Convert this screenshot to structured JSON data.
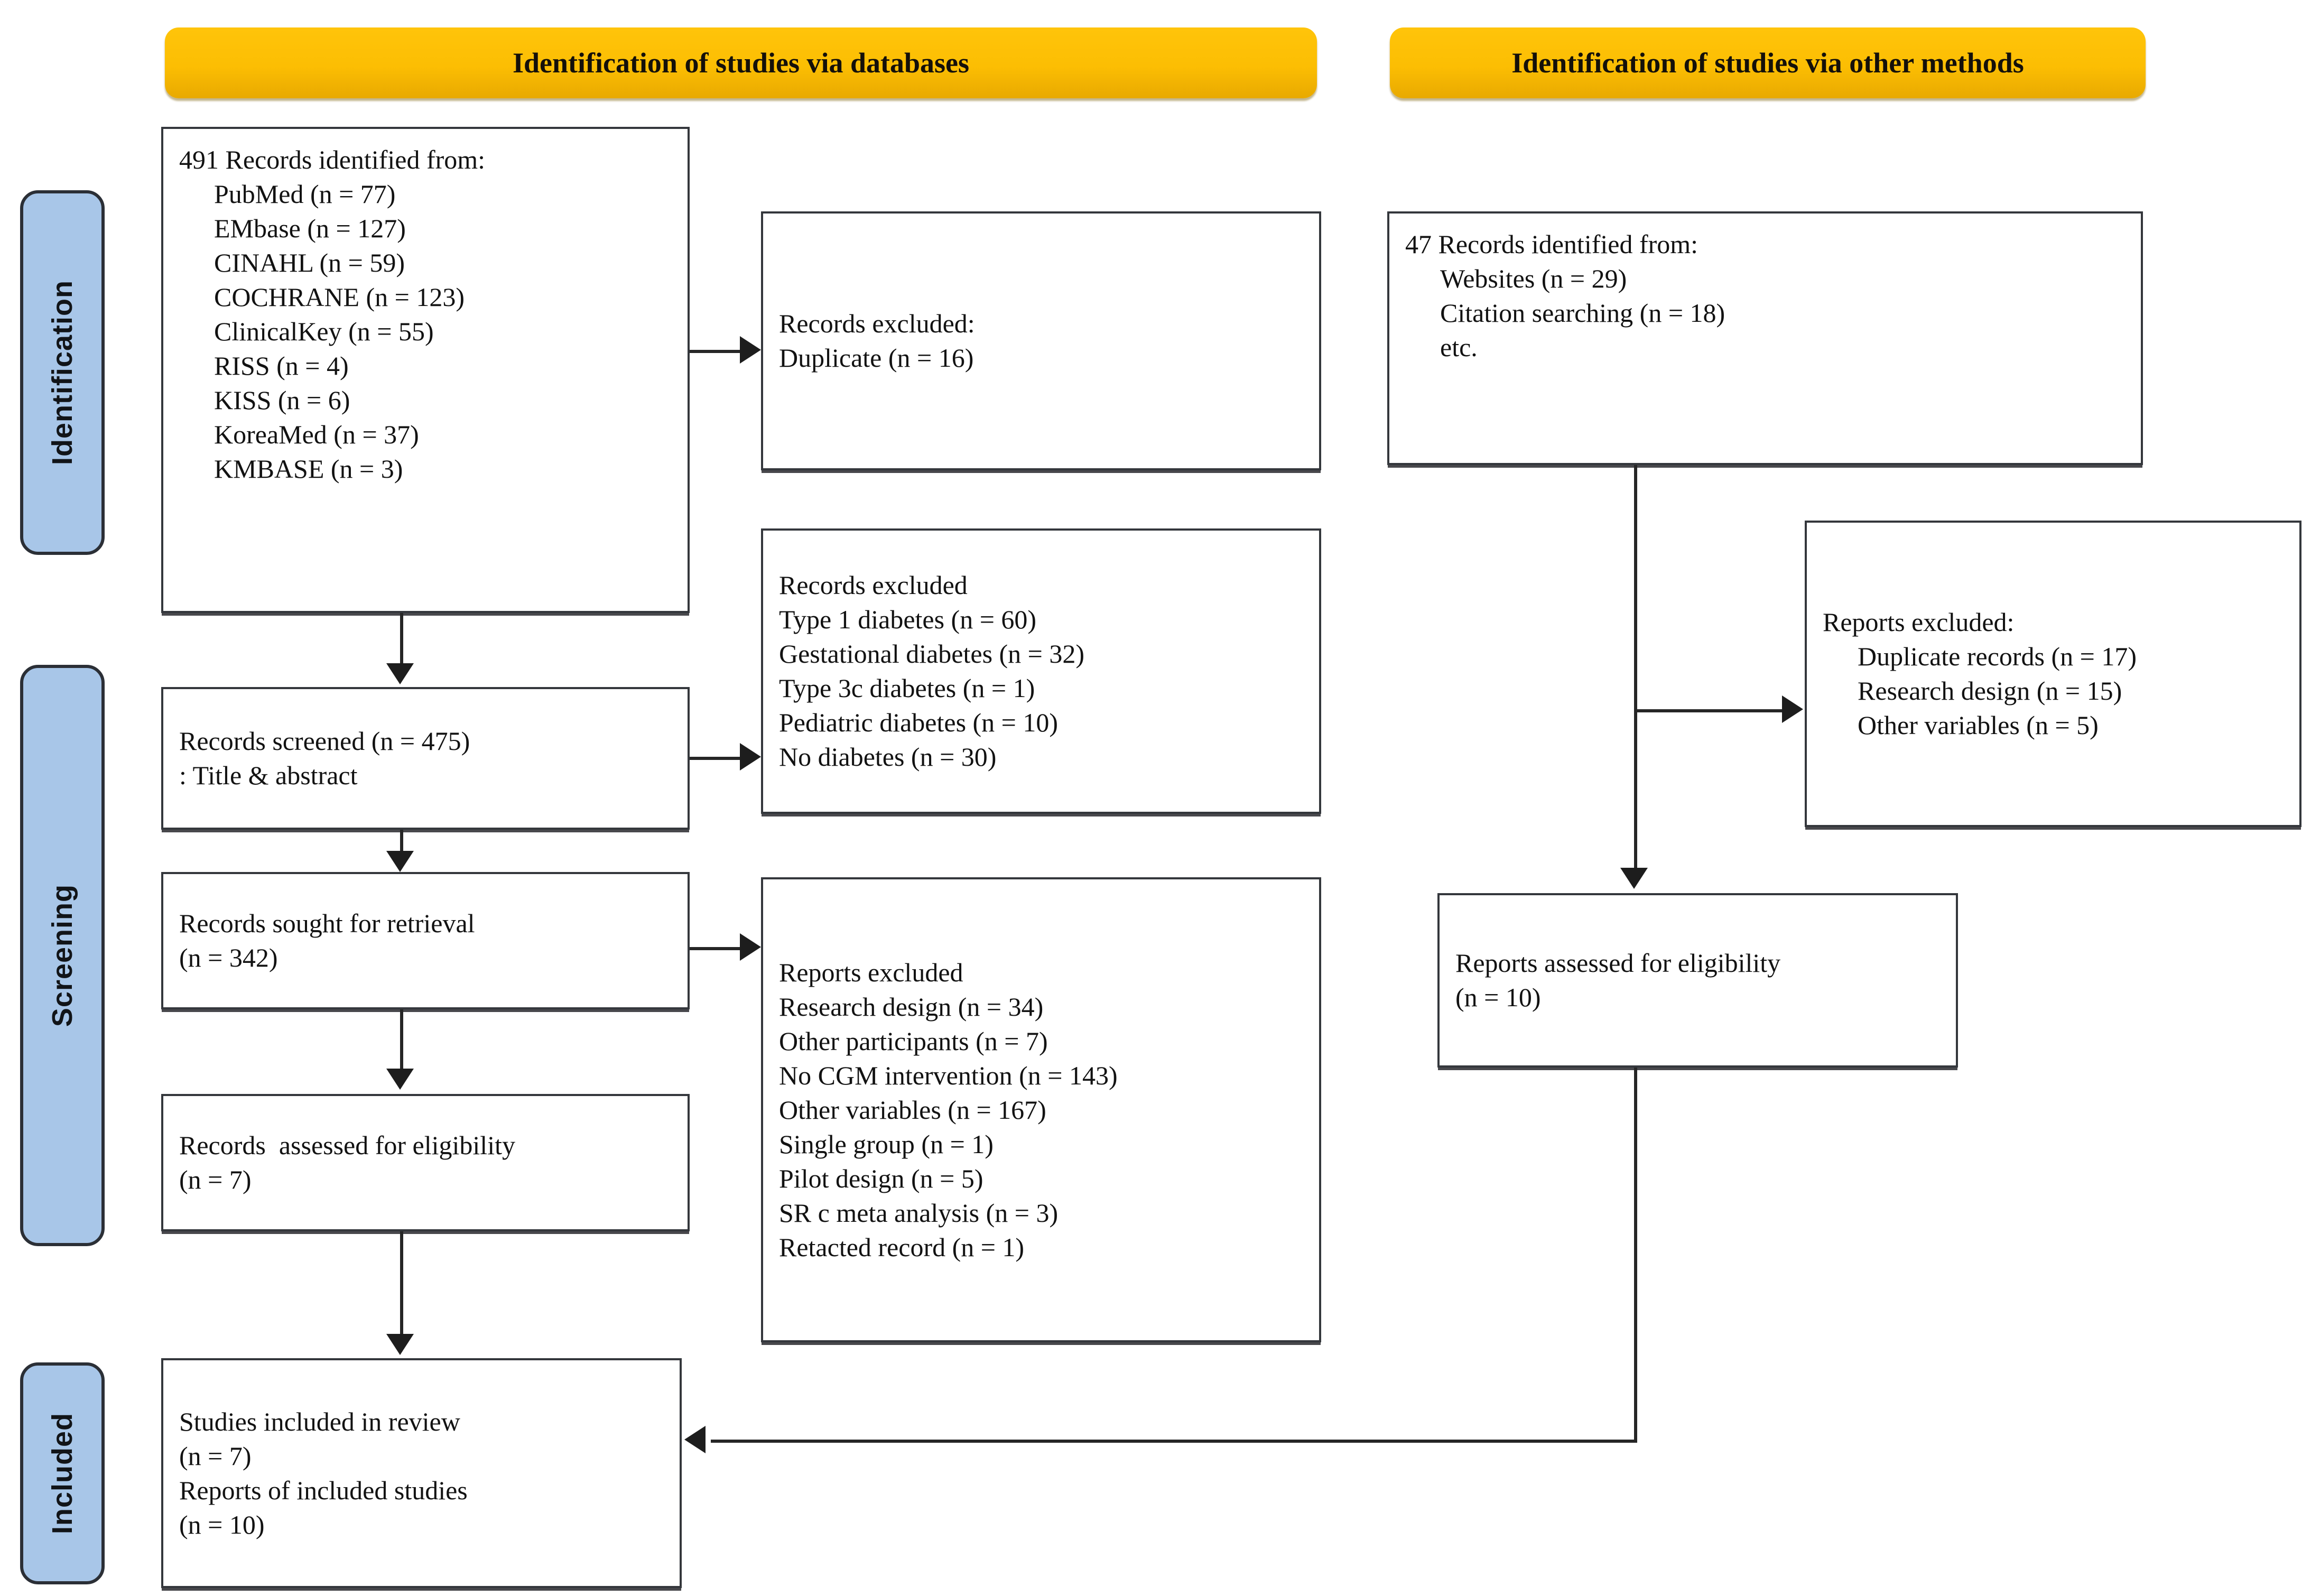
{
  "diagram": {
    "title": "PRISMA 2020 flow diagram",
    "colors": {
      "banner": "#FFC000",
      "phase_ribbon": "#A8C6E8",
      "box_border": "#34373C",
      "connector": "#262626"
    }
  },
  "phases": [
    {
      "label": "Identification"
    },
    {
      "label": "Screening"
    },
    {
      "label": "Included"
    }
  ],
  "banners": [
    {
      "label": "Identification of studies via databases"
    },
    {
      "label": "Identification of studies via other methods"
    }
  ],
  "database_column": {
    "identified": {
      "heading": "491 Records identified from:",
      "sources": [
        "PubMed (n = 77)",
        "EMbase (n = 127)",
        "CINAHL (n = 59)",
        "COCHRANE (n = 123)",
        "ClinicalKey (n = 55)",
        "RISS (n = 4)",
        "KISS (n = 6)",
        "KoreaMed (n = 37)",
        "KMBASE (n = 3)"
      ]
    },
    "duplicates_excluded": {
      "heading": "Records excluded:",
      "items": [
        "Duplicate (n = 16)"
      ]
    },
    "screened": {
      "line1": "Records screened (n = 475)",
      "line2": ": Title & abstract"
    },
    "screen_excluded": {
      "heading": "Records excluded",
      "items": [
        "Type 1 diabetes (n = 60)",
        "Gestational diabetes (n = 32)",
        "Type 3c diabetes (n = 1)",
        "Pediatric diabetes (n = 10)",
        "No diabetes (n = 30)"
      ]
    },
    "sought": {
      "line1": "Records sought for retrieval",
      "line2": "(n = 342)"
    },
    "reports_excluded": {
      "heading": "Reports excluded",
      "items": [
        "Research design (n = 34)",
        "Other participants (n = 7)",
        "No CGM intervention (n = 143)",
        "Other variables (n = 167)",
        "Single group (n = 1)",
        "Pilot design (n = 5)",
        "SR c meta analysis (n = 3)",
        "Retacted record (n = 1)"
      ]
    },
    "assessed": {
      "line1": "Records  assessed for eligibility",
      "line2": "(n = 7)"
    }
  },
  "other_methods_column": {
    "identified": {
      "heading": "47 Records identified from:",
      "sources": [
        "Websites (n = 29)",
        "Citation searching (n = 18)",
        "etc."
      ]
    },
    "reports_excluded": {
      "heading": "Reports excluded:",
      "items": [
        "Duplicate records (n = 17)",
        "Research design (n = 15)",
        "Other variables (n = 5)"
      ]
    },
    "assessed": {
      "line1": "Reports assessed for eligibility",
      "line2": "(n = 10)"
    }
  },
  "included": {
    "line1": "Studies included in review",
    "line2": "(n = 7)",
    "line3": "Reports of included studies",
    "line4": "(n = 10)"
  }
}
